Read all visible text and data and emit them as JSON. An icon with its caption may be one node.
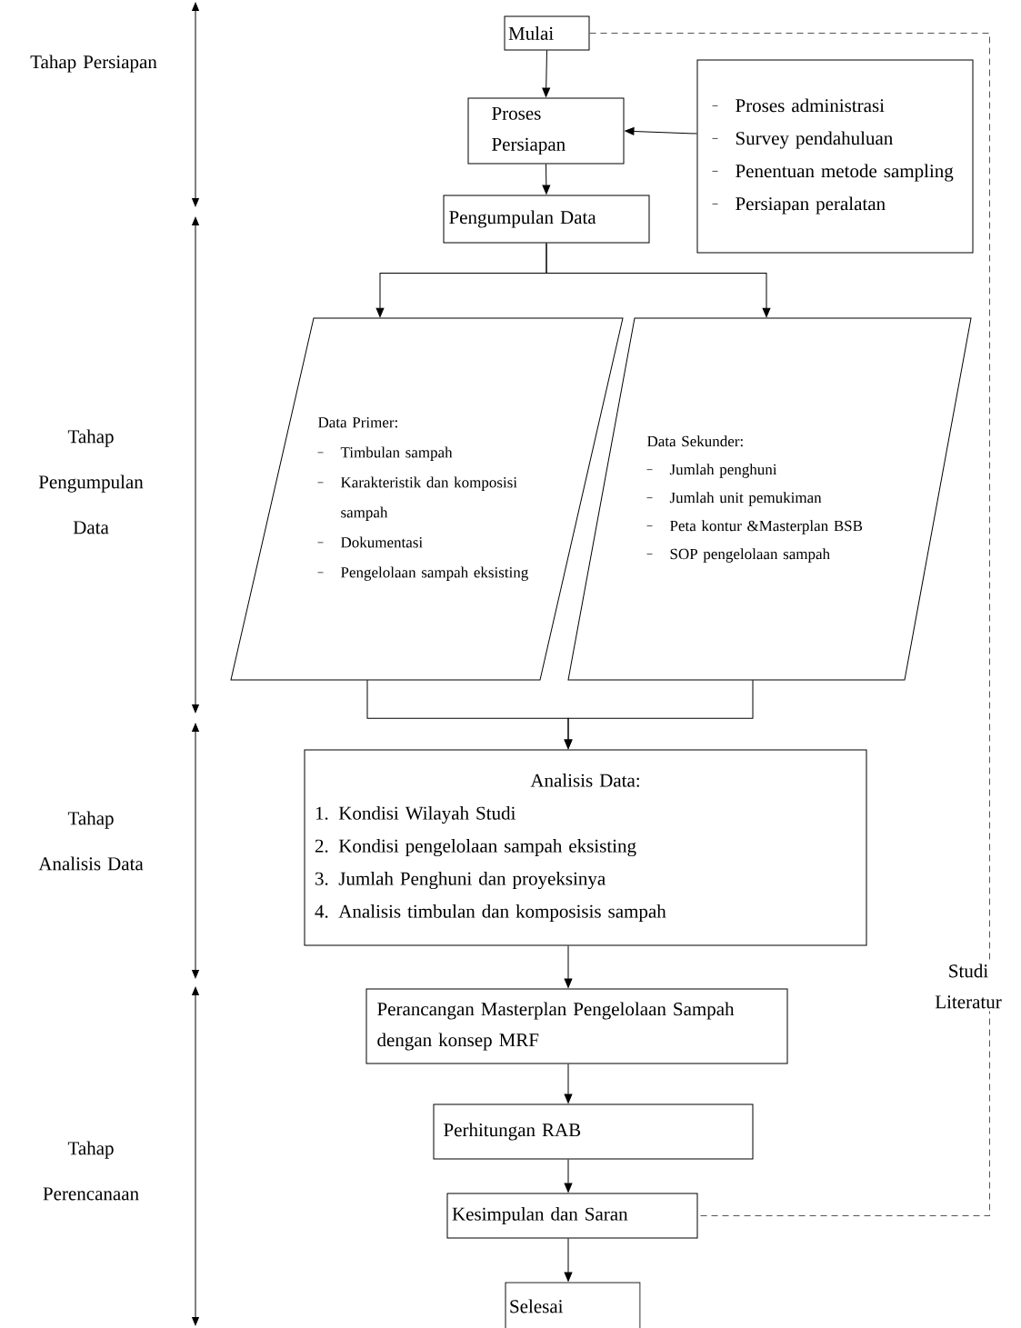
{
  "diagram": {
    "nodes": [
      {
        "text": [
          "Mulai"
        ]
      },
      {
        "text": [
          "Proses Persiapan"
        ]
      },
      {
        "text": [
          "Proses administrasi",
          "Survey pendahuluan",
          "Penentuan metode sampling",
          "Persiapan peralatan"
        ]
      },
      {
        "text": [
          "Pengumpulan Data"
        ]
      },
      {
        "text": [
          "Data Primer:",
          "Timbulan sampah",
          "Karakteristik dan komposisi sampah",
          "Dokumentasi",
          "Pengelolaan sampah eksisting"
        ]
      },
      {
        "text": [
          "Data Sekunder:",
          "Jumlah penghuni",
          "Jumlah unit pemukiman",
          "Peta kontur &Masterplan BSB",
          "SOP pengelolaan sampah"
        ]
      },
      {
        "text": [
          "Analisis Data:",
          "1. Kondisi Wilayah Studi",
          "2. Kondisi pengelolaan sampah eksisting",
          "3. Jumlah Penghuni dan proyeksinya",
          "4. Analisis timbulan dan komposisis sampah"
        ]
      },
      {
        "text": [
          "Perancangan Masterplan Pengelolaan Sampah dengan konsep MRF"
        ]
      },
      {
        "text": [
          "Perhitungan RAB"
        ]
      },
      {
        "text": [
          "Kesimpulan dan Saran"
        ]
      },
      {
        "text": [
          "Selesai"
        ]
      }
    ],
    "edges": [
      {
        "from": 0,
        "to": 1,
        "arrow": "to"
      },
      {
        "from": 2,
        "to": 1,
        "arrow": "to"
      },
      {
        "from": 1,
        "to": 3,
        "arrow": "to"
      },
      {
        "from": 3,
        "to": 4,
        "arrow": "to"
      },
      {
        "from": 3,
        "to": 5,
        "arrow": "to"
      },
      {
        "from": 4,
        "to": 6,
        "arrow": "to"
      },
      {
        "from": 5,
        "to": 6,
        "arrow": "to"
      },
      {
        "from": 6,
        "to": 7,
        "arrow": "to"
      },
      {
        "from": 7,
        "to": 8,
        "arrow": "to"
      },
      {
        "from": 8,
        "to": 9,
        "arrow": "to"
      },
      {
        "from": 9,
        "to": 10,
        "arrow": "to"
      },
      {
        "from": 0,
        "to": 9,
        "arrow": "none",
        "style": "dashed",
        "color": "#555555",
        "label": "Studi Literatur"
      }
    ],
    "labels": [
      "Tahap Persiapan",
      "Tahap Pengumpulan Data",
      "Tahap Analisis Data",
      "Tahap Perencanaan"
    ]
  }
}
